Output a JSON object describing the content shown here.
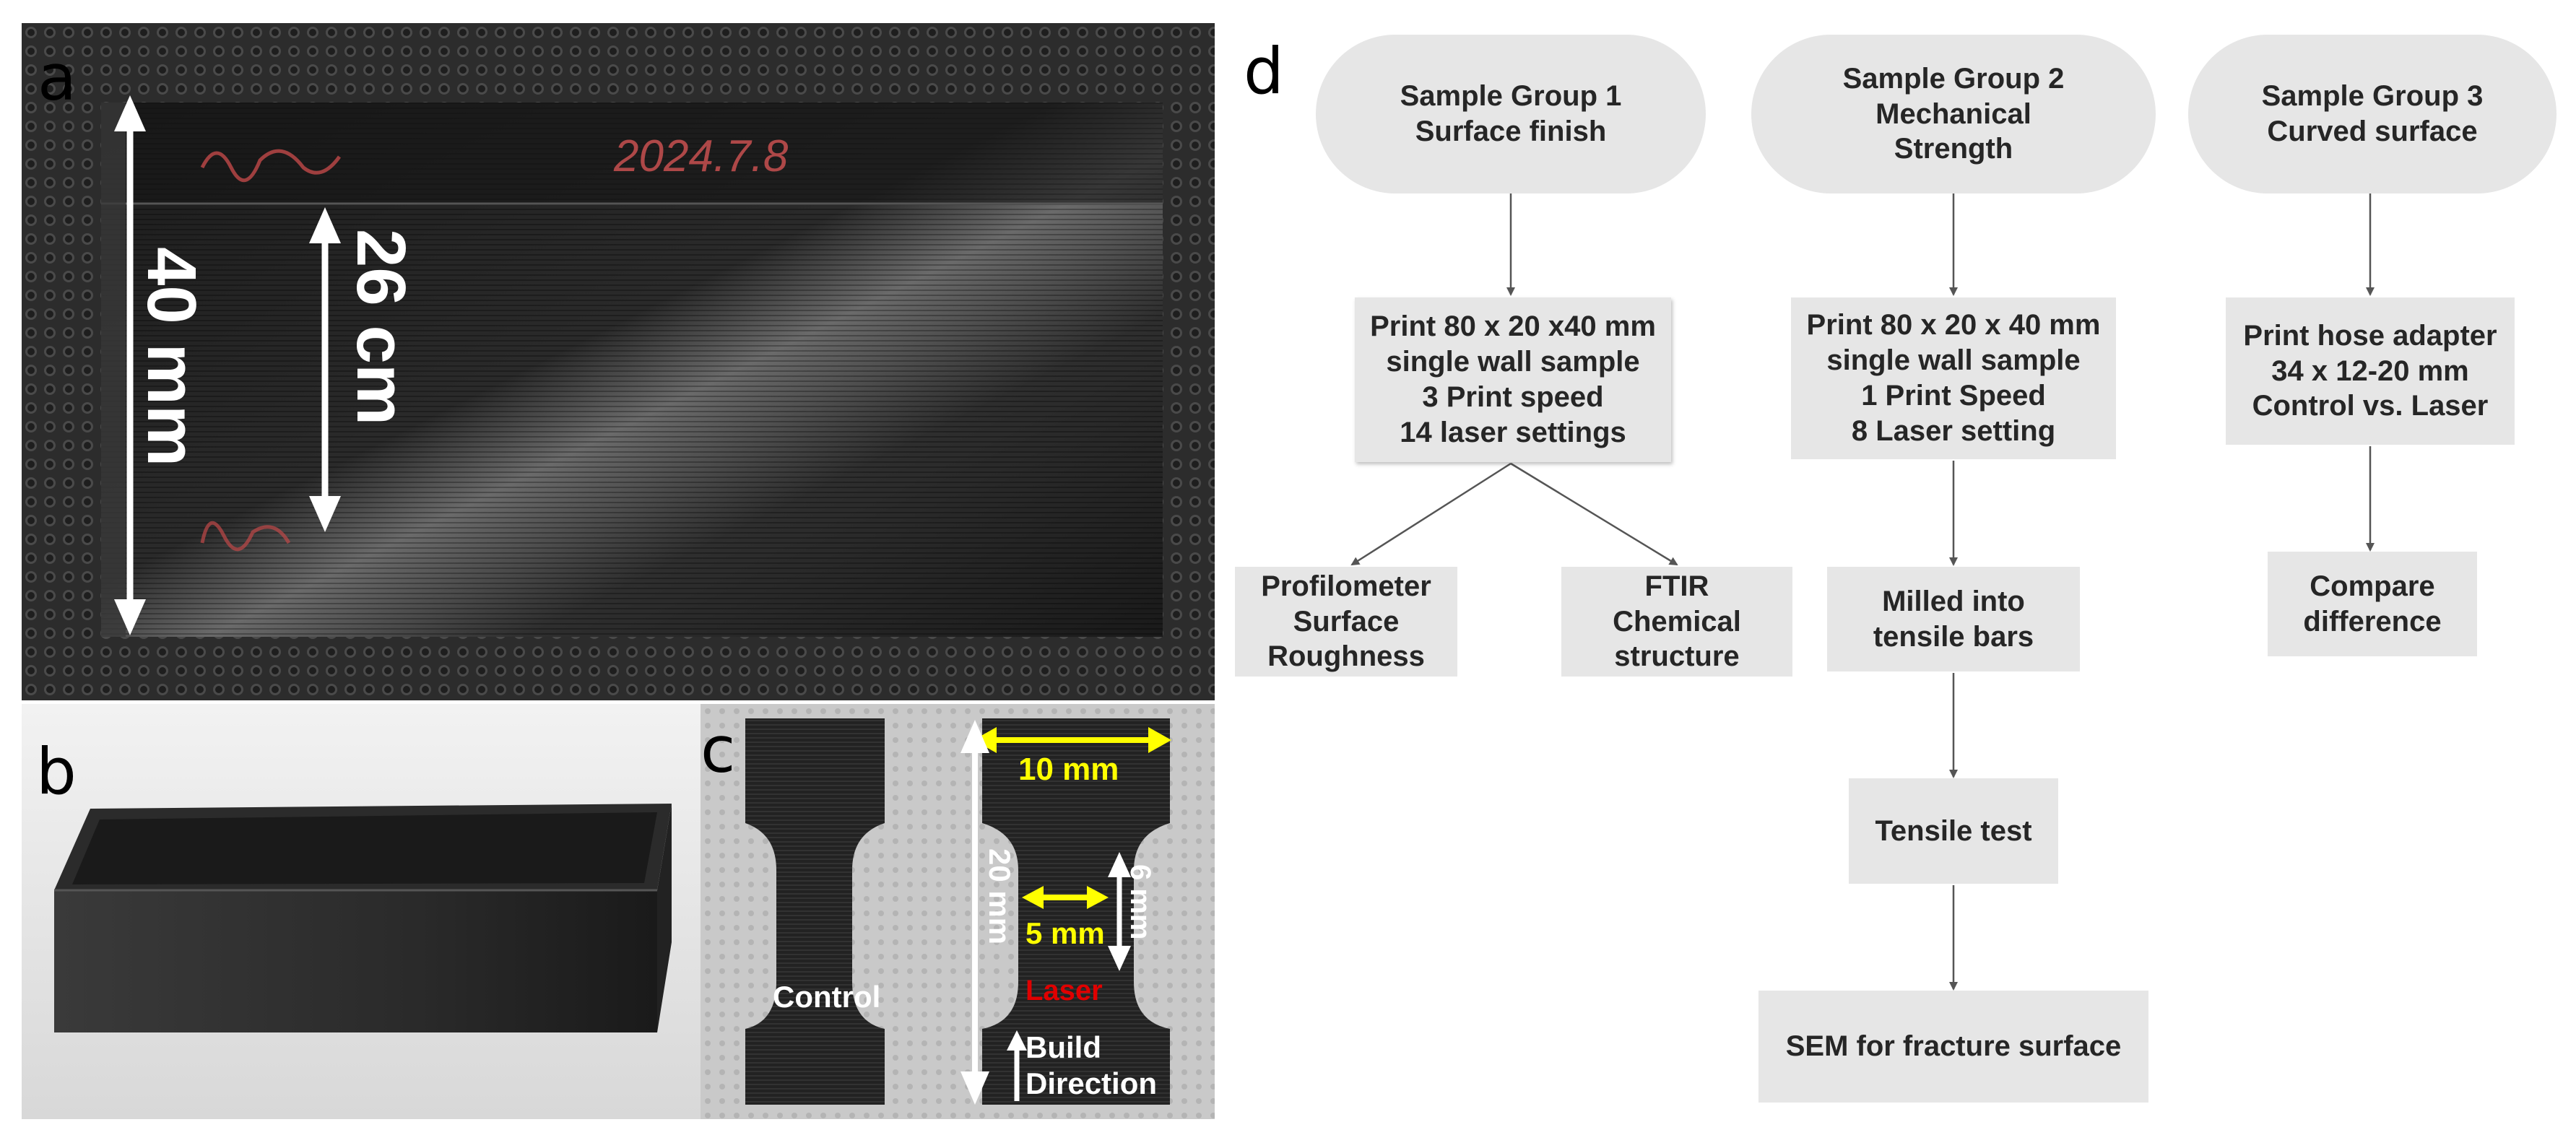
{
  "panels": {
    "a": {
      "label": "a",
      "dim_outer": "40 mm",
      "dim_inner": "26 cm",
      "handwritten_date": "2024.7.8"
    },
    "b": {
      "label": "b"
    },
    "c": {
      "label": "c",
      "width_label": "10 mm",
      "length_label": "20 mm",
      "neck_width_label": "5 mm",
      "neck_length_label": "6 mm",
      "control_label": "Control",
      "laser_label": "Laser",
      "build_label_1": "Build",
      "build_label_2": "Direction"
    },
    "d": {
      "label": "d"
    }
  },
  "flowchart": {
    "group1": {
      "header": "Sample Group 1\nSurface finish",
      "print": "Print 80 x 20 x40 mm\nsingle wall sample\n3 Print speed\n14 laser settings",
      "out_left": "Profilometer\nSurface\nRoughness",
      "out_right": "FTIR\nChemical\nstructure"
    },
    "group2": {
      "header": "Sample Group 2\nMechanical\nStrength",
      "print": "Print 80 x 20 x 40 mm\nsingle wall sample\n1 Print Speed\n8 Laser setting",
      "milled": "Milled into\ntensile bars",
      "tensile": "Tensile test",
      "sem": "SEM for fracture surface"
    },
    "group3": {
      "header": "Sample Group 3\nCurved surface",
      "print": "Print hose adapter\n34 x 12-20 mm\nControl vs. Laser",
      "compare": "Compare\ndifference"
    }
  },
  "colors": {
    "node_fill": "#e6e6e6",
    "node_text": "#262626",
    "dimension_arrow_white": "#ffffff",
    "dimension_arrow_yellow": "#ffff00",
    "laser_text": "#e00000"
  }
}
